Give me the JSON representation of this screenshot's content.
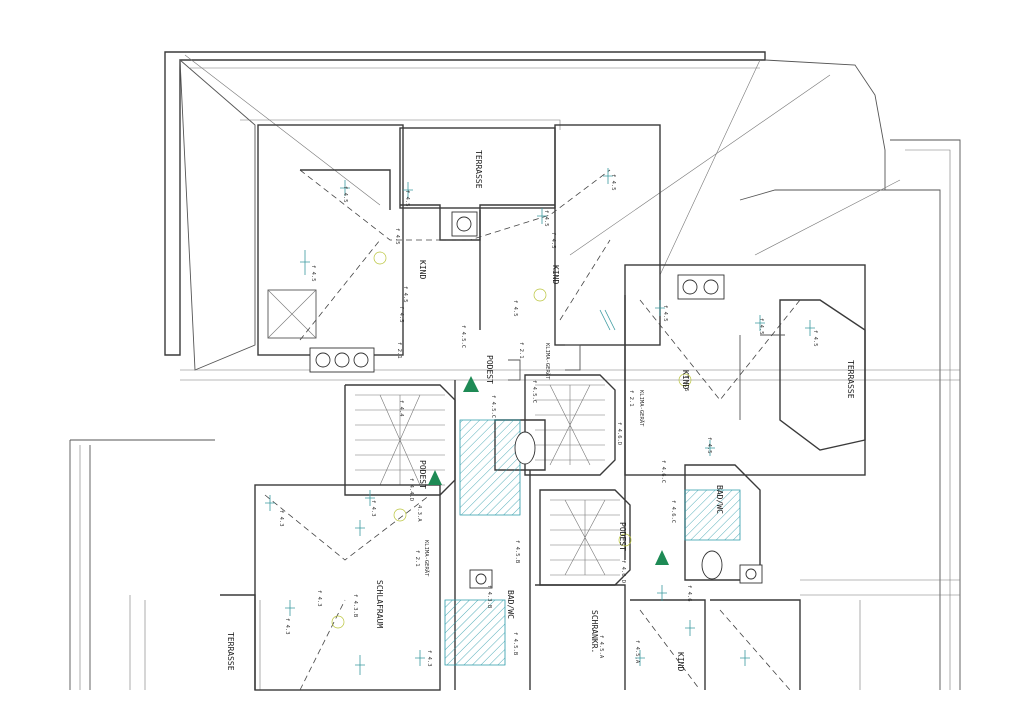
{
  "rooms": {
    "terrasse_top": "TERRASSE",
    "terrasse_right": "TERRASSE",
    "terrasse_bottom": "TERRASSE",
    "kind_1": "KIND",
    "kind_2": "KIND",
    "kind_3": "KIND",
    "kind_4": "KIND",
    "schlafraum": "SCHLAFRAUM",
    "schrankr": "SCHRANKR.",
    "bad_wc_1": "BAD/WC",
    "bad_wc_2": "BAD/WC",
    "podest_1": "PODEST",
    "podest_2": "PODEST",
    "podest_3": "PODEST"
  },
  "tags": {
    "t45": "f 4.5",
    "t45a": "f 4.5.A",
    "t45b": "f 4.5.B",
    "t45c": "f 4.5.C",
    "t46": "f 4.6",
    "t46c": "f 4.6.C",
    "t46d": "f 4.6.D",
    "t43": "f 4.3",
    "t43a": "4.3.A",
    "t43b": "f 4.3.B",
    "t44": "f 4.4",
    "t44d": "f 4.4.D",
    "t21": "f 2.1",
    "klima": "KLIMA-GERÄT"
  },
  "colors": {
    "walls": "#3a3a3a",
    "hatch": "#2a9aa8",
    "marker": "#1e8a55",
    "electrical": "#3b9aa0"
  }
}
